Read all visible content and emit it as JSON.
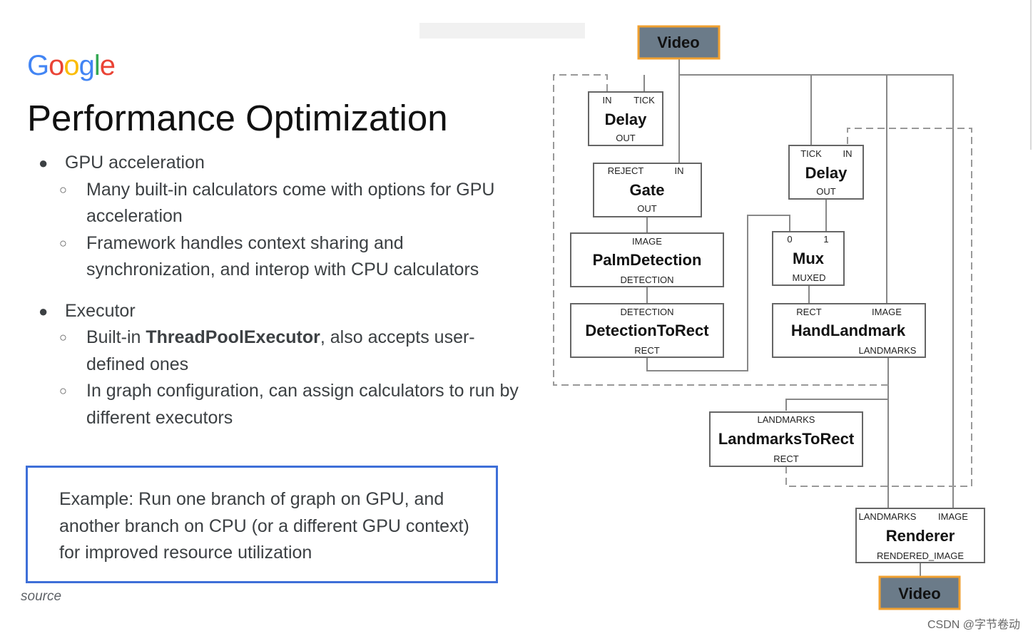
{
  "logo": {
    "letters": [
      {
        "ch": "G",
        "color": "#4285F4"
      },
      {
        "ch": "o",
        "color": "#EA4335"
      },
      {
        "ch": "o",
        "color": "#FBBC05"
      },
      {
        "ch": "g",
        "color": "#4285F4"
      },
      {
        "ch": "l",
        "color": "#34A853"
      },
      {
        "ch": "e",
        "color": "#EA4335"
      }
    ]
  },
  "title": "Performance Optimization",
  "bullets": [
    {
      "text": "GPU acceleration",
      "subs": [
        {
          "text": "Many built-in calculators come with options for GPU acceleration"
        },
        {
          "text": "Framework handles context sharing and synchronization, and interop with CPU calculators"
        }
      ]
    },
    {
      "text": "Executor",
      "subs": [
        {
          "pre": "Built-in ",
          "bold": "ThreadPoolExecutor",
          "post": ", also accepts user-defined ones"
        },
        {
          "text": "In graph configuration, can assign calculators to run by different executors"
        }
      ]
    }
  ],
  "example": "Example: Run one branch of graph on GPU, and another branch on CPU (or a different GPU context) for improved resource utilization",
  "source": "source",
  "watermark": "CSDN @字节卷动",
  "colors": {
    "io_fill": "#6b7b89",
    "io_border": "#f0a030",
    "node_border": "#666666",
    "example_border": "#3e6fd8"
  },
  "diagram": {
    "video_in": "Video",
    "video_out": "Video",
    "nodes": {
      "delay1": {
        "title": "Delay",
        "in1": "IN",
        "in2": "TICK",
        "out": "OUT"
      },
      "gate": {
        "title": "Gate",
        "in1": "REJECT",
        "in2": "IN",
        "out": "OUT"
      },
      "palm": {
        "title": "PalmDetection",
        "in": "IMAGE",
        "out": "DETECTION"
      },
      "d2r": {
        "title": "DetectionToRect",
        "in": "DETECTION",
        "out": "RECT"
      },
      "delay2": {
        "title": "Delay",
        "in1": "TICK",
        "in2": "IN",
        "out": "OUT"
      },
      "mux": {
        "title": "Mux",
        "in1": "0",
        "in2": "1",
        "out": "MUXED"
      },
      "hand": {
        "title": "HandLandmark",
        "in1": "RECT",
        "in2": "IMAGE",
        "out": "LANDMARKS"
      },
      "l2r": {
        "title": "LandmarksToRect",
        "in": "LANDMARKS",
        "out": "RECT"
      },
      "renderer": {
        "title": "Renderer",
        "in1": "LANDMARKS",
        "in2": "IMAGE",
        "out": "RENDERED_IMAGE"
      }
    }
  }
}
